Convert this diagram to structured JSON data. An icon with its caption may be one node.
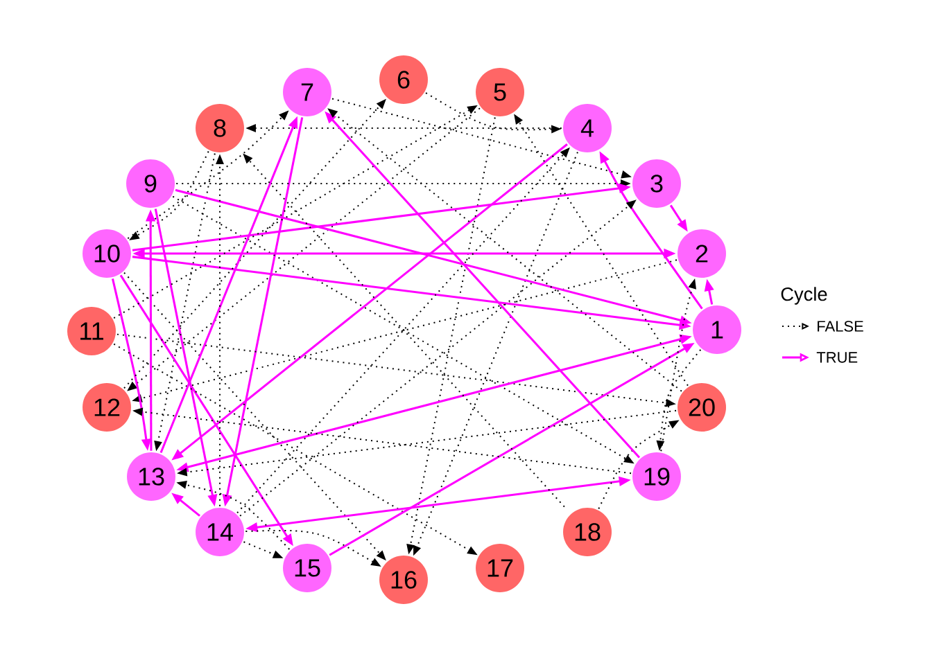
{
  "diagram": {
    "nodes": [
      {
        "text": [
          "1"
        ]
      },
      {
        "text": [
          "2"
        ]
      },
      {
        "text": [
          "3"
        ]
      },
      {
        "text": [
          "4"
        ]
      },
      {
        "text": [
          "5"
        ]
      },
      {
        "text": [
          "6"
        ]
      },
      {
        "text": [
          "7"
        ]
      },
      {
        "text": [
          "8"
        ]
      },
      {
        "text": [
          "9"
        ]
      },
      {
        "text": [
          "10"
        ]
      },
      {
        "text": [
          "11"
        ]
      },
      {
        "text": [
          "12"
        ]
      },
      {
        "text": [
          "13"
        ]
      },
      {
        "text": [
          "14"
        ]
      },
      {
        "text": [
          "15"
        ]
      },
      {
        "text": [
          "16"
        ]
      },
      {
        "text": [
          "17"
        ]
      },
      {
        "text": [
          "18"
        ]
      },
      {
        "text": [
          "19"
        ]
      },
      {
        "text": [
          "20"
        ]
      }
    ],
    "edges": [
      {
        "from": 0,
        "to": 1,
        "arrow": "to",
        "color": "#ff00ff"
      },
      {
        "from": 0,
        "to": 3,
        "arrow": "to",
        "color": "#ff00ff"
      },
      {
        "from": 0,
        "to": 18,
        "arrow": "to",
        "style": "dashed"
      },
      {
        "from": 1,
        "to": 11,
        "arrow": "to",
        "style": "dashed"
      },
      {
        "from": 2,
        "to": 1,
        "arrow": "to",
        "color": "#ff00ff"
      },
      {
        "from": 3,
        "to": 12,
        "arrow": "to",
        "color": "#ff00ff"
      },
      {
        "from": 3,
        "to": 7,
        "arrow": "to",
        "style": "dashed"
      },
      {
        "from": 3,
        "to": 15,
        "arrow": "to",
        "style": "dashed"
      },
      {
        "from": 4,
        "to": 11,
        "arrow": "to",
        "style": "dashed"
      },
      {
        "from": 4,
        "to": 15,
        "arrow": "to",
        "style": "dashed"
      },
      {
        "from": 5,
        "to": 3,
        "arrow": "to",
        "style": "dashed"
      },
      {
        "from": 6,
        "to": 13,
        "arrow": "to",
        "color": "#ff00ff"
      },
      {
        "from": 6,
        "to": 2,
        "arrow": "to",
        "style": "dashed"
      },
      {
        "from": 7,
        "to": 12,
        "arrow": "to",
        "style": "dashed"
      },
      {
        "from": 7,
        "to": 9,
        "arrow": "to",
        "style": "dashed"
      },
      {
        "from": 8,
        "to": 0,
        "arrow": "to",
        "color": "#ff00ff"
      },
      {
        "from": 8,
        "to": 13,
        "arrow": "to",
        "color": "#ff00ff"
      },
      {
        "from": 8,
        "to": 2,
        "arrow": "to",
        "style": "dashed"
      },
      {
        "from": 8,
        "to": 18,
        "arrow": "to",
        "style": "dashed"
      },
      {
        "from": 9,
        "to": 1,
        "arrow": "both",
        "color": "#ff00ff"
      },
      {
        "from": 9,
        "to": 2,
        "arrow": "to",
        "color": "#ff00ff"
      },
      {
        "from": 9,
        "to": 0,
        "arrow": "to",
        "color": "#ff00ff"
      },
      {
        "from": 9,
        "to": 12,
        "arrow": "to",
        "color": "#ff00ff"
      },
      {
        "from": 9,
        "to": 14,
        "arrow": "to",
        "color": "#ff00ff"
      },
      {
        "from": 9,
        "to": 6,
        "arrow": "to",
        "style": "dashed"
      },
      {
        "from": 9,
        "to": 15,
        "arrow": "to",
        "style": "dashed"
      },
      {
        "from": 10,
        "to": 19,
        "arrow": "to",
        "style": "dashed"
      },
      {
        "from": 10,
        "to": 16,
        "arrow": "to",
        "style": "dashed"
      },
      {
        "from": 10,
        "to": 4,
        "arrow": "to",
        "style": "dashed"
      },
      {
        "from": 11,
        "to": 5,
        "arrow": "to",
        "style": "dashed"
      },
      {
        "from": 12,
        "to": 6,
        "arrow": "to",
        "color": "#ff00ff"
      },
      {
        "from": 12,
        "to": 8,
        "arrow": "to",
        "color": "#ff00ff"
      },
      {
        "from": 12,
        "to": 0,
        "arrow": "both",
        "color": "#ff00ff"
      },
      {
        "from": 13,
        "to": 3,
        "arrow": "to",
        "style": "dashed"
      },
      {
        "from": 13,
        "to": 12,
        "arrow": "to",
        "color": "#ff00ff"
      },
      {
        "from": 13,
        "to": 18,
        "arrow": "both",
        "color": "#ff00ff"
      },
      {
        "from": 13,
        "to": 7,
        "arrow": "to",
        "style": "dashed"
      },
      {
        "from": 13,
        "to": 2,
        "arrow": "to",
        "style": "dashed"
      },
      {
        "from": 13,
        "to": 14,
        "arrow": "to",
        "style": "dashed"
      },
      {
        "from": 13,
        "to": 15,
        "arrow": "to",
        "style": "dashed"
      },
      {
        "from": 14,
        "to": 0,
        "arrow": "to",
        "color": "#ff00ff"
      },
      {
        "from": 14,
        "to": 12,
        "arrow": "to",
        "style": "dashed"
      },
      {
        "from": 17,
        "to": 7,
        "arrow": "to",
        "style": "dashed"
      },
      {
        "from": 17,
        "to": 19,
        "arrow": "to",
        "style": "dashed"
      },
      {
        "from": 18,
        "to": 6,
        "arrow": "to",
        "color": "#ff00ff"
      },
      {
        "from": 18,
        "to": 1,
        "arrow": "to",
        "style": "dashed"
      },
      {
        "from": 18,
        "to": 11,
        "arrow": "to",
        "style": "dashed"
      },
      {
        "from": 19,
        "to": 6,
        "arrow": "to",
        "style": "dashed"
      },
      {
        "from": 19,
        "to": 4,
        "arrow": "to",
        "style": "dashed"
      },
      {
        "from": 19,
        "to": 12,
        "arrow": "to",
        "style": "dashed"
      }
    ],
    "labels": [
      "Cycle"
    ],
    "legend": [
      {
        "text": "FALSE"
      },
      {
        "text": "TRUE"
      }
    ]
  }
}
